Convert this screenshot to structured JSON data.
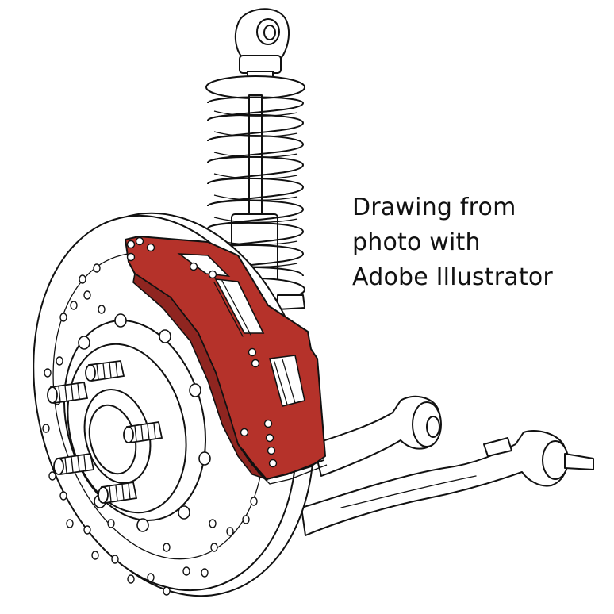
{
  "caption": {
    "line1": "Drawing from",
    "line2": "photo with",
    "line3": "Adobe Illustrator"
  },
  "colors": {
    "caliper": "#b5322a",
    "caliper_dark": "#8f2520",
    "ink": "#111111",
    "background": "#ffffff"
  },
  "parts": {
    "shock_absorber": "shock-absorber-icon",
    "coil_spring": "coil-spring-icon",
    "brake_disc": "brake-disc-icon",
    "brake_caliper": "brake-caliper-icon",
    "control_arm": "control-arm-icon"
  }
}
